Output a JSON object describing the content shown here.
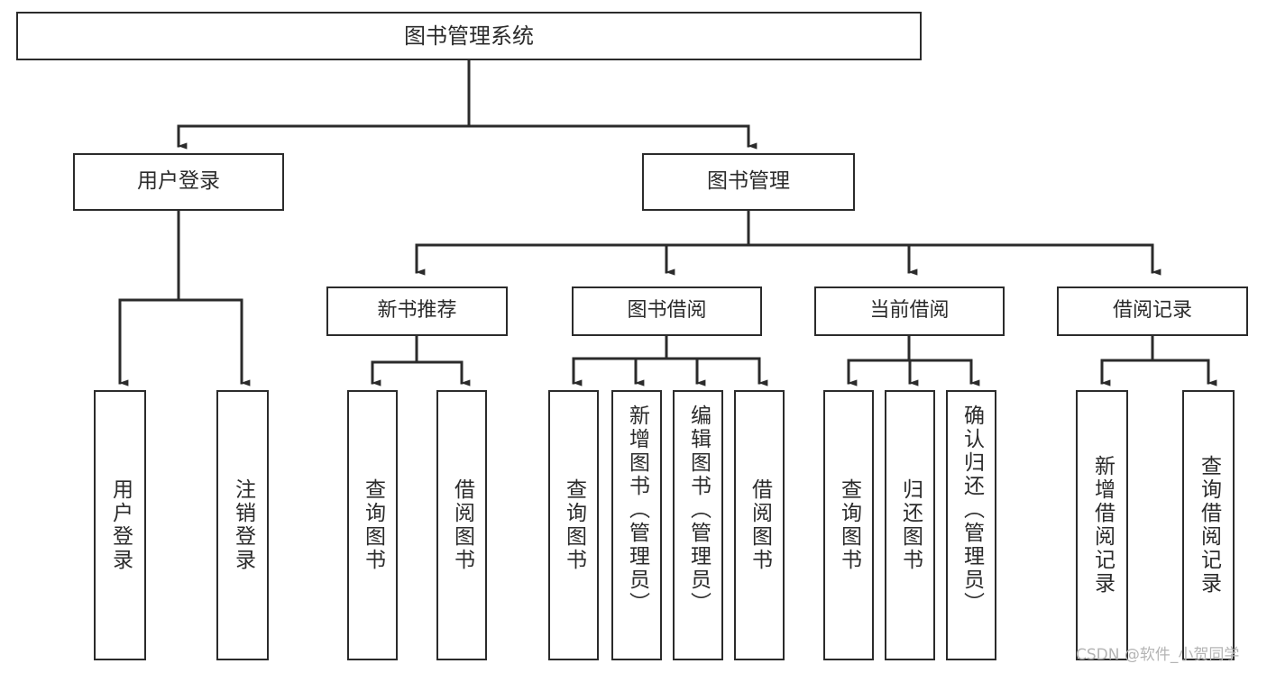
{
  "diagram": {
    "type": "tree-hierarchy-chart",
    "title_text": "图书管理系统",
    "stroke_color": "#2b2b2b",
    "fill_color": "#ffffff",
    "root": {
      "label": "图书管理系统"
    },
    "level2": [
      {
        "label": "用户登录"
      },
      {
        "label": "图书管理"
      }
    ],
    "level3": [
      {
        "label": "新书推荐"
      },
      {
        "label": "图书借阅"
      },
      {
        "label": "当前借阅"
      },
      {
        "label": "借阅记录"
      }
    ],
    "leaves": {
      "user_login": [
        {
          "label": "用户登录"
        },
        {
          "label": "注销登录"
        }
      ],
      "new_book_recommend": [
        {
          "label": "查询图书"
        },
        {
          "label": "借阅图书"
        }
      ],
      "book_borrow": [
        {
          "label": "查询图书"
        },
        {
          "label": "新增图书（管理员）"
        },
        {
          "label": "编辑图书（管理员）"
        },
        {
          "label": "借阅图书"
        }
      ],
      "current_borrow": [
        {
          "label": "查询图书"
        },
        {
          "label": "归还图书"
        },
        {
          "label": "确认归还（管理员）"
        }
      ],
      "borrow_record": [
        {
          "label": "新增借阅记录"
        },
        {
          "label": "查询借阅记录"
        }
      ]
    }
  },
  "watermark": {
    "text": "CSDN @软件_小贺同学"
  }
}
